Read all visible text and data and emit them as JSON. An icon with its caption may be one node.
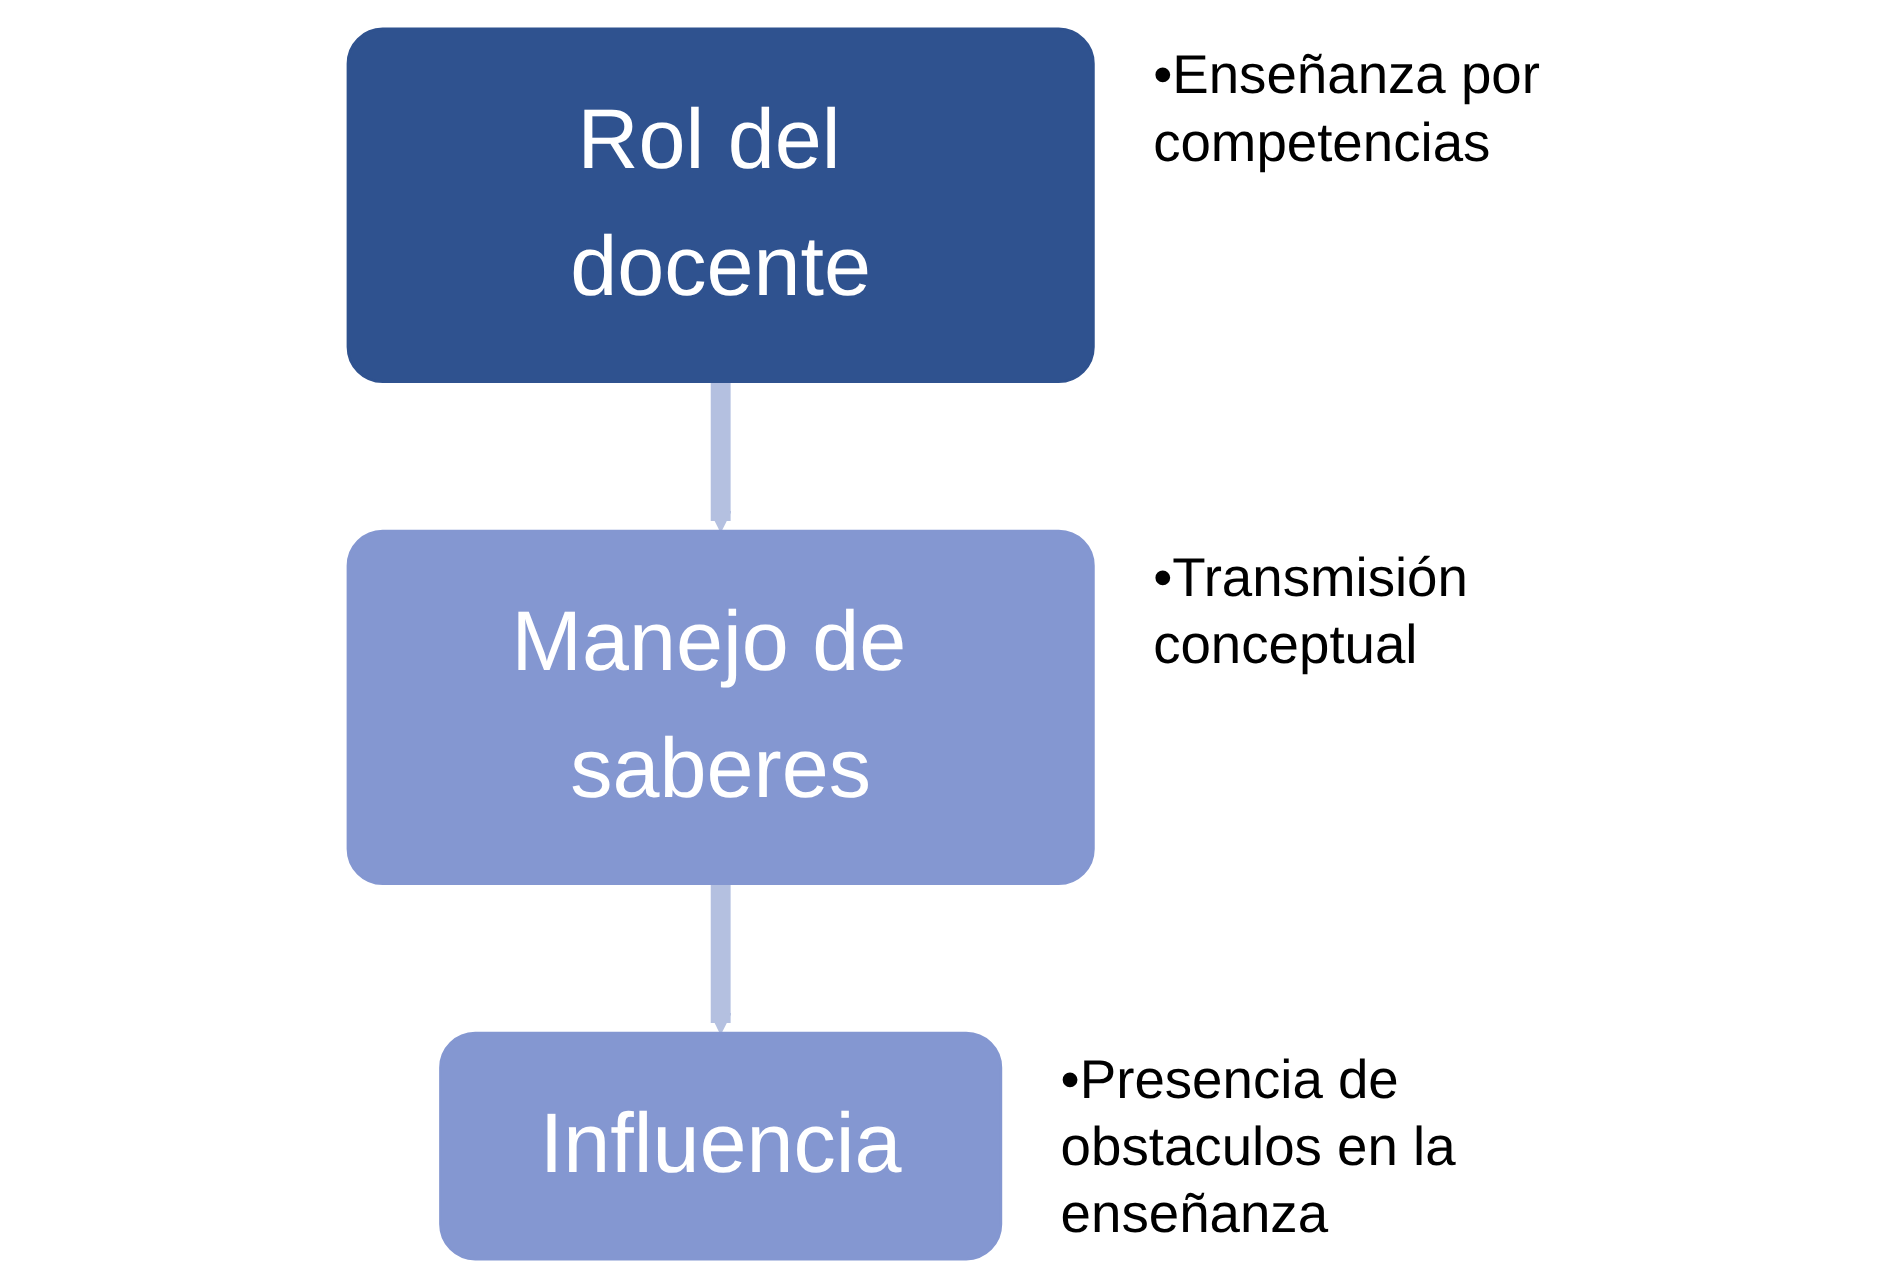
{
  "diagram": {
    "nodes": [
      {
        "text": [
          "Rol del docente"
        ],
        "beside": [
          "•Enseñanza por competencias"
        ]
      },
      {
        "text": [
          "Manejo de saberes"
        ],
        "beside": [
          "•Transmisión conceptual"
        ]
      },
      {
        "text": [
          "Influencia"
        ],
        "beside": [
          "•Presencia de obstaculos en la enseñanza"
        ]
      }
    ],
    "edges": [
      {
        "from": 0,
        "to": 1,
        "arrow": "to"
      },
      {
        "from": 1,
        "to": 2,
        "arrow": "to"
      }
    ]
  }
}
